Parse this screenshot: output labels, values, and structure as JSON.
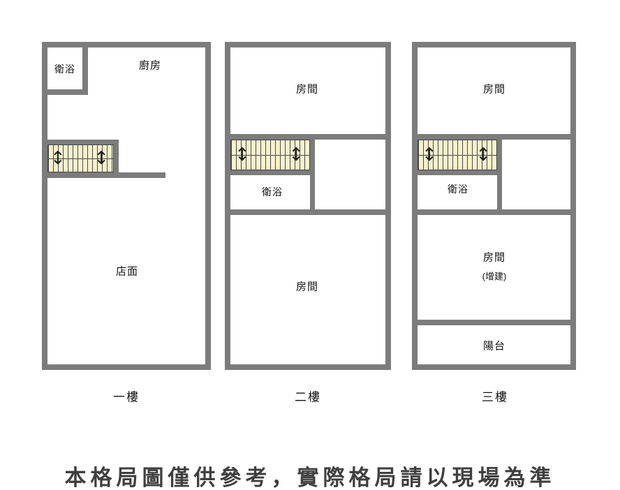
{
  "colors": {
    "wall": "#7c7c7c",
    "stair_fill": "#f7f1cd",
    "disclaimer": "#3f3f3f"
  },
  "icons": {
    "stair_direction": "↕"
  },
  "floors": [
    {
      "label": "一樓",
      "rooms": {
        "bath": "衛浴",
        "kitchen": "廚房",
        "store": "店面"
      }
    },
    {
      "label": "二樓",
      "rooms": {
        "room_top": "房間",
        "bath": "衛浴",
        "room_bottom": "房間"
      }
    },
    {
      "label": "三樓",
      "rooms": {
        "room_top": "房間",
        "bath": "衛浴",
        "room_mid": "房間",
        "room_mid_note": "(增建)",
        "balcony": "陽台"
      }
    }
  ],
  "disclaimer": "本格局圖僅供參考，實際格局請以現場為準"
}
